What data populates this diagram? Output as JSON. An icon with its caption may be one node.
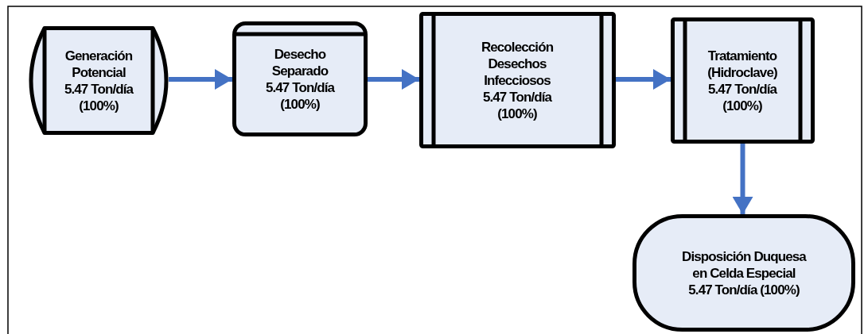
{
  "diagram": {
    "nodes": [
      {
        "text": [
          "Generación Potencial",
          "5.47 Ton/día (100%)"
        ]
      },
      {
        "text": [
          "Desecho Separado",
          "5.47 Ton/día (100%)"
        ]
      },
      {
        "text": [
          "Recolección Desechos Infecciosos",
          "5.47 Ton/día (100%)"
        ]
      },
      {
        "text": [
          "Tratamiento (Hidroclave)",
          "5.47 Ton/día (100%)"
        ]
      },
      {
        "text": [
          "Disposición Duquesa en Celda Especial",
          "5.47 Ton/día (100%)"
        ]
      }
    ],
    "edges": [
      {
        "from": 0,
        "to": 1,
        "arrow": "to"
      },
      {
        "from": 1,
        "to": 2,
        "arrow": "to"
      },
      {
        "from": 2,
        "to": 3,
        "arrow": "to"
      },
      {
        "from": 3,
        "to": 4,
        "arrow": "to"
      }
    ]
  }
}
